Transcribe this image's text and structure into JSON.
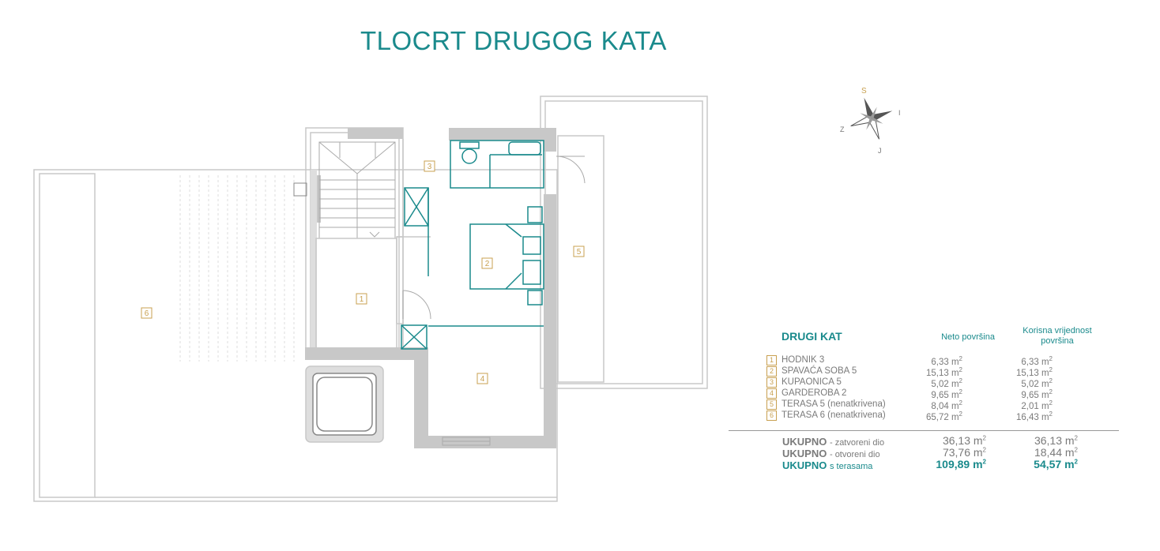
{
  "title": "TLOCRT DRUGOG KATA",
  "colors": {
    "teal": "#1a8a8c",
    "wall": "#c8c8c8",
    "label": "#c8a050"
  },
  "compass": {
    "n": "S",
    "e": "I",
    "s": "J",
    "w": "Z"
  },
  "rooms_on_plan": [
    "1",
    "2",
    "3",
    "4",
    "5",
    "6"
  ],
  "table": {
    "heading": "DRUGI KAT",
    "col_neto": "Neto površina",
    "col_korisna_1": "Korisna vrijednost",
    "col_korisna_2": "površina",
    "unit": "m",
    "unit_exp": "2",
    "rows": [
      {
        "num": "1",
        "name": "HODNIK 3",
        "neto": "6,33 m",
        "korisna": "6,33 m"
      },
      {
        "num": "2",
        "name": "SPAVAĆA SOBA 5",
        "neto": "15,13 m",
        "korisna": "15,13 m"
      },
      {
        "num": "3",
        "name": "KUPAONICA 5",
        "neto": "5,02 m",
        "korisna": "5,02 m"
      },
      {
        "num": "4",
        "name": "GARDEROBA 2",
        "neto": "9,65 m",
        "korisna": "9,65 m"
      },
      {
        "num": "5",
        "name": "TERASA 5 (nenatkrivena)",
        "neto": "8,04 m",
        "korisna": "2,01 m"
      },
      {
        "num": "6",
        "name": "TERASA 6 (nenatkrivena)",
        "neto": "65,72 m",
        "korisna": "16,43 m"
      }
    ],
    "totals": [
      {
        "label": "UKUPNO",
        "sub": "- zatvoreni dio",
        "neto": "36,13 m",
        "korisna": "36,13 m"
      },
      {
        "label": "UKUPNO",
        "sub": "- otvoreni dio",
        "neto": "73,76 m",
        "korisna": "18,44 m"
      },
      {
        "label": "UKUPNO",
        "sub": "s terasama",
        "neto": "109,89 m",
        "korisna": "54,57 m"
      }
    ]
  }
}
